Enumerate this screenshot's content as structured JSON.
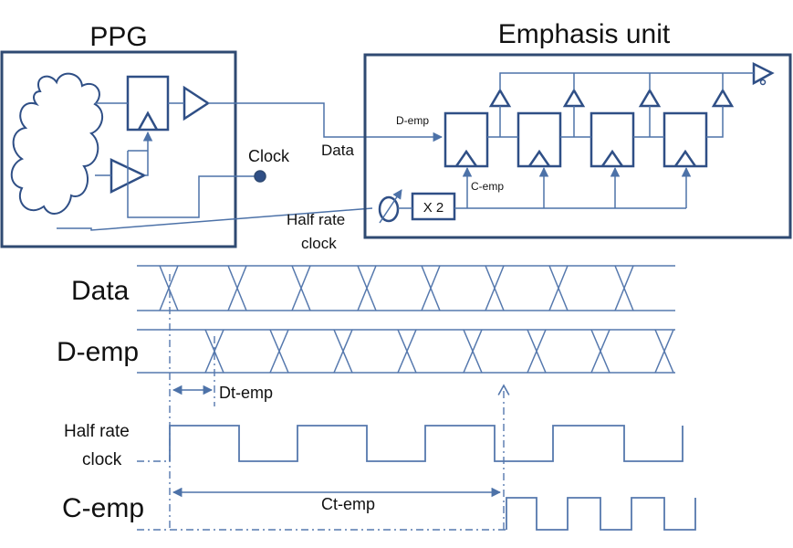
{
  "colors": {
    "frame": "#2f4a72",
    "logic": "#2f4f86",
    "wire": "#4d72a8",
    "timing": "#5578ad",
    "text": "#111111"
  },
  "blocks": {
    "ppg_title": "PPG",
    "emphasis_title": "Emphasis unit",
    "x2_label": "X 2"
  },
  "signals": {
    "clock": "Clock",
    "data": "Data",
    "half_rate_1": "Half rate",
    "half_rate_2": "clock",
    "d_emp": "D-emp",
    "c_emp": "C-emp"
  },
  "timing": {
    "data": "Data",
    "d_emp": "D-emp",
    "dt_emp": "Dt-emp",
    "half_rate_1": "Half rate",
    "half_rate_2": "clock",
    "c_emp": "C-emp",
    "ct_emp": "Ct-emp"
  }
}
